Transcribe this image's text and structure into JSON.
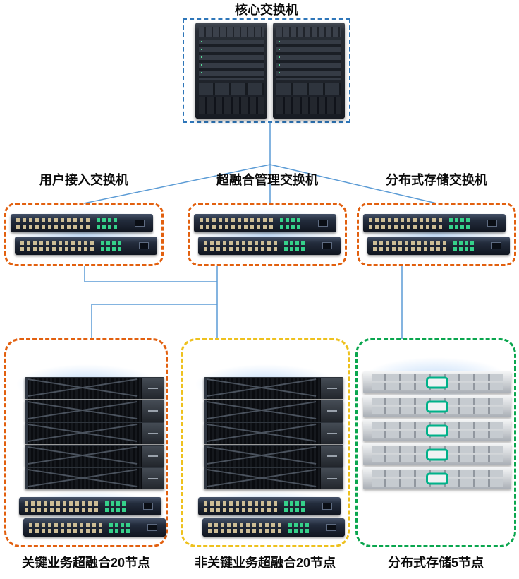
{
  "labels": {
    "core": "核心交换机",
    "access": "用户接入交换机",
    "hci_mgmt": "超融合管理交换机",
    "storage_switch": "分布式存储交换机",
    "critical": "关键业务超融合20节点",
    "noncritical": "非关键业务超融合20节点",
    "storage_nodes": "分布式存储5节点"
  },
  "colors": {
    "core_border": "#2e76b9",
    "orange_border": "#e2600f",
    "yellow_border": "#eec11e",
    "green_border": "#0aa64e",
    "connection_line": "#5b9bd5"
  },
  "groups": {
    "core": {
      "chassis_switch_count": 2
    },
    "access": {
      "switch_count": 2
    },
    "hci_mgmt": {
      "switch_count": 2
    },
    "storage_switch": {
      "switch_count": 2
    },
    "critical": {
      "server_count": 5,
      "switch_count": 2
    },
    "noncritical": {
      "server_count": 5,
      "switch_count": 2
    },
    "storage": {
      "server_count": 5
    }
  },
  "connections": [
    {
      "from": "核心交换机",
      "to": "用户接入交换机"
    },
    {
      "from": "核心交换机",
      "to": "超融合管理交换机"
    },
    {
      "from": "核心交换机",
      "to": "分布式存储交换机"
    },
    {
      "from": "用户接入交换机",
      "to": "非关键业务超融合20节点"
    },
    {
      "from": "超融合管理交换机",
      "to": "非关键业务超融合20节点"
    },
    {
      "from": "超融合管理交换机",
      "to": "关键业务超融合20节点"
    },
    {
      "from": "分布式存储交换机",
      "to": "分布式存储5节点"
    }
  ]
}
